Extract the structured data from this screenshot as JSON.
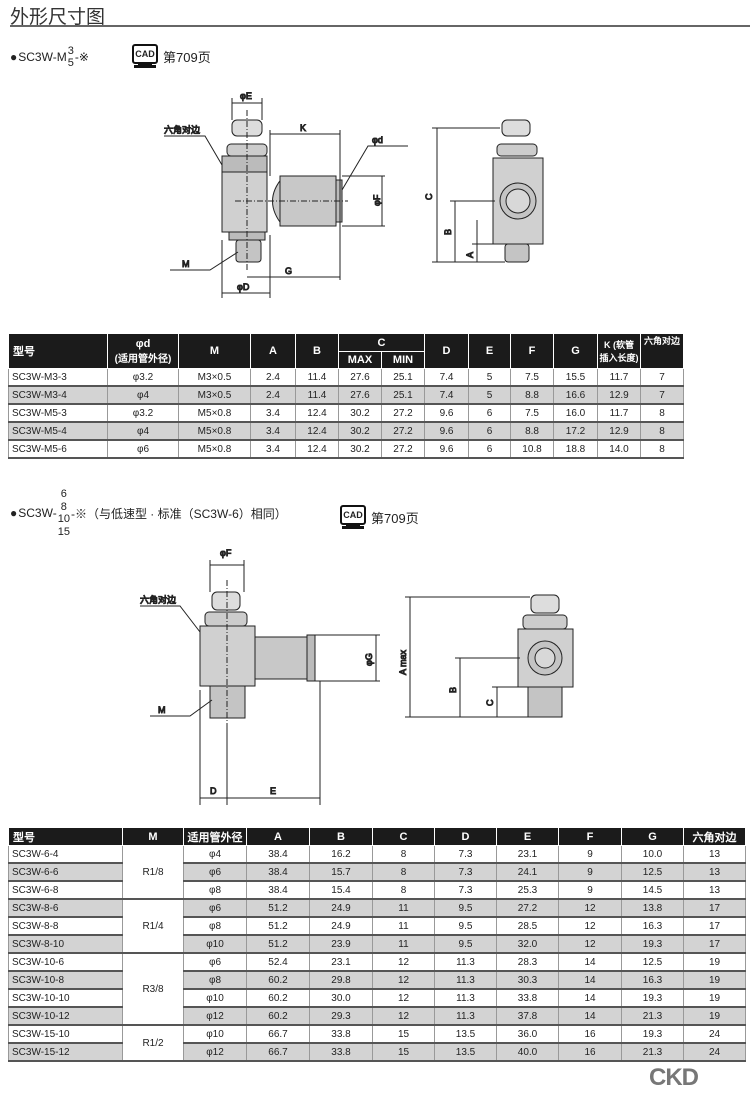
{
  "title": "外形尺寸图",
  "section1": {
    "prefix": "SC3W-M",
    "frac": [
      "3",
      "5"
    ],
    "suffix": "-※",
    "cad_label": "CAD",
    "cad_page": "第709页"
  },
  "section2": {
    "prefix": "SC3W-",
    "frac": [
      "6",
      "8",
      "10",
      "15"
    ],
    "suffix": "-※（与低速型 · 标准（SC3W-6）相同）",
    "cad_label": "CAD",
    "cad_page": "第709页"
  },
  "drawing1": {
    "labels": {
      "phiE": "φE",
      "K": "K",
      "phid": "φd",
      "hex": "六角对边",
      "phiF": "φF",
      "M": "M",
      "G": "G",
      "phiD": "φD",
      "C": "C",
      "B": "B",
      "A": "A"
    }
  },
  "drawing2": {
    "labels": {
      "phiF": "φF",
      "hex": "六角对边",
      "phiG": "φG",
      "M": "M",
      "D": "D",
      "E": "E",
      "Amax": "A max",
      "B": "B",
      "C": "C"
    }
  },
  "table1": {
    "headers": {
      "model": "型号",
      "phid": "φd",
      "phid_sub": "(适用管外径)",
      "M": "M",
      "A": "A",
      "B": "B",
      "C": "C",
      "C_max": "MAX",
      "C_min": "MIN",
      "D": "D",
      "E": "E",
      "F": "F",
      "G": "G",
      "K": "K (软管",
      "K_sub": "插入长度)",
      "hex": "六角对边"
    },
    "rows": [
      [
        "SC3W-M3-3",
        "φ3.2",
        "M3×0.5",
        "2.4",
        "11.4",
        "27.6",
        "25.1",
        "7.4",
        "5",
        "7.5",
        "15.5",
        "11.7",
        "7"
      ],
      [
        "SC3W-M3-4",
        "φ4",
        "M3×0.5",
        "2.4",
        "11.4",
        "27.6",
        "25.1",
        "7.4",
        "5",
        "8.8",
        "16.6",
        "12.9",
        "7"
      ],
      [
        "SC3W-M5-3",
        "φ3.2",
        "M5×0.8",
        "3.4",
        "12.4",
        "30.2",
        "27.2",
        "9.6",
        "6",
        "7.5",
        "16.0",
        "11.7",
        "8"
      ],
      [
        "SC3W-M5-4",
        "φ4",
        "M5×0.8",
        "3.4",
        "12.4",
        "30.2",
        "27.2",
        "9.6",
        "6",
        "8.8",
        "17.2",
        "12.9",
        "8"
      ],
      [
        "SC3W-M5-6",
        "φ6",
        "M5×0.8",
        "3.4",
        "12.4",
        "30.2",
        "27.2",
        "9.6",
        "6",
        "10.8",
        "18.8",
        "14.0",
        "8"
      ]
    ]
  },
  "table2": {
    "headers": [
      "型号",
      "M",
      "适用管外径",
      "A",
      "B",
      "C",
      "D",
      "E",
      "F",
      "G",
      "六角对边"
    ],
    "groups": [
      {
        "M": "R1/8",
        "rows": [
          [
            "SC3W-6-4",
            "φ4",
            "38.4",
            "16.2",
            "8",
            "7.3",
            "23.1",
            "9",
            "10.0",
            "13"
          ],
          [
            "SC3W-6-6",
            "φ6",
            "38.4",
            "15.7",
            "8",
            "7.3",
            "24.1",
            "9",
            "12.5",
            "13"
          ],
          [
            "SC3W-6-8",
            "φ8",
            "38.4",
            "15.4",
            "8",
            "7.3",
            "25.3",
            "9",
            "14.5",
            "13"
          ]
        ]
      },
      {
        "M": "R1/4",
        "rows": [
          [
            "SC3W-8-6",
            "φ6",
            "51.2",
            "24.9",
            "11",
            "9.5",
            "27.2",
            "12",
            "13.8",
            "17"
          ],
          [
            "SC3W-8-8",
            "φ8",
            "51.2",
            "24.9",
            "11",
            "9.5",
            "28.5",
            "12",
            "16.3",
            "17"
          ],
          [
            "SC3W-8-10",
            "φ10",
            "51.2",
            "23.9",
            "11",
            "9.5",
            "32.0",
            "12",
            "19.3",
            "17"
          ]
        ]
      },
      {
        "M": "R3/8",
        "rows": [
          [
            "SC3W-10-6",
            "φ6",
            "52.4",
            "23.1",
            "12",
            "11.3",
            "28.3",
            "14",
            "12.5",
            "19"
          ],
          [
            "SC3W-10-8",
            "φ8",
            "60.2",
            "29.8",
            "12",
            "11.3",
            "30.3",
            "14",
            "16.3",
            "19"
          ],
          [
            "SC3W-10-10",
            "φ10",
            "60.2",
            "30.0",
            "12",
            "11.3",
            "33.8",
            "14",
            "19.3",
            "19"
          ],
          [
            "SC3W-10-12",
            "φ12",
            "60.2",
            "29.3",
            "12",
            "11.3",
            "37.8",
            "14",
            "21.3",
            "19"
          ]
        ]
      },
      {
        "M": "R1/2",
        "rows": [
          [
            "SC3W-15-10",
            "φ10",
            "66.7",
            "33.8",
            "15",
            "13.5",
            "36.0",
            "16",
            "19.3",
            "24"
          ],
          [
            "SC3W-15-12",
            "φ12",
            "66.7",
            "33.8",
            "15",
            "13.5",
            "40.0",
            "16",
            "21.3",
            "24"
          ]
        ]
      }
    ]
  },
  "brand": "CKD"
}
